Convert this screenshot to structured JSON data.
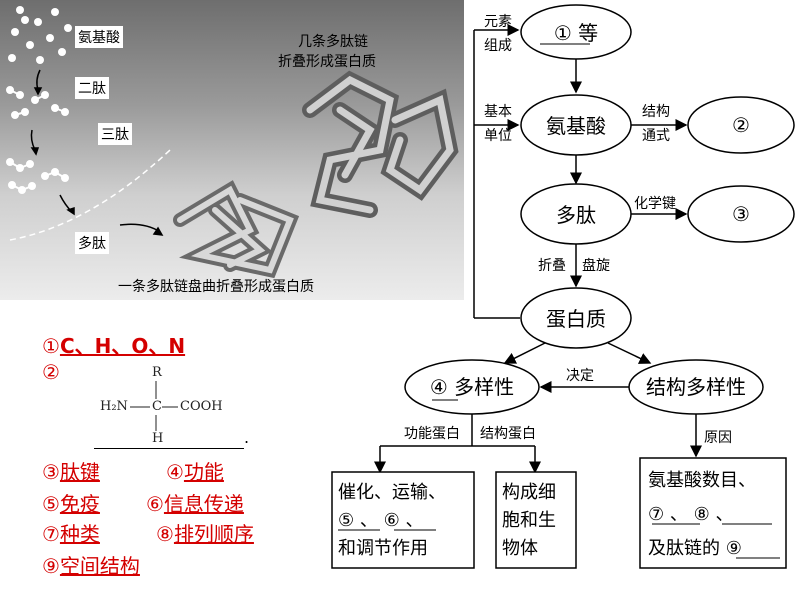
{
  "illustration": {
    "labels": {
      "amino_acid": "氨基酸",
      "dipeptide": "二肽",
      "tripeptide": "三肽",
      "polypeptide": "多肽",
      "multi_chain_title_line1": "几条多肽链",
      "multi_chain_title_line2": "折叠形成蛋白质",
      "single_chain_caption": "一条多肽链盘曲折叠形成蛋白质"
    }
  },
  "concept_map": {
    "element_node": "①  等",
    "element_edge_line1": "元素",
    "element_edge_line2": "组成",
    "amino_node": "氨基酸",
    "basic_unit_line1": "基本",
    "basic_unit_line2": "单位",
    "structure_formula_line1": "结构",
    "structure_formula_line2": "通式",
    "node_2": "②",
    "peptide_node": "多肽",
    "chemical_bond": "化学键",
    "node_3": "③",
    "fold_spiral_left": "折叠",
    "fold_spiral_right": "盘旋",
    "protein_node": "蛋白质",
    "diversity_node": "④  多样性",
    "structure_diversity_node": "结构多样性",
    "determines": "决定",
    "functional_protein": "功能蛋白",
    "structural_protein": "结构蛋白",
    "reason": "原因",
    "box_function_line1": "催化、运输、",
    "box_function_line2": "⑤  、 ⑥ 、",
    "box_function_line3": "和调节作用",
    "box_structure_line1": "构成细",
    "box_structure_line2": "胞和生",
    "box_structure_line3": "物体",
    "box_reason_line1": "氨基酸数目、",
    "box_reason_line2": "⑦   、 ⑧  、",
    "box_reason_line3": "及肽链的 ⑨"
  },
  "answers": {
    "a1_prefix": "①",
    "a1": "C、H、O、N",
    "a2_prefix": "②",
    "a3_prefix": "③",
    "a3": "肽键",
    "a4_prefix": "④",
    "a4": "功能",
    "a5_prefix": "⑤",
    "a5": "免疫",
    "a6_prefix": "⑥",
    "a6": "信息传递",
    "a7_prefix": "⑦",
    "a7": "种类",
    "a8_prefix": "⑧",
    "a8": "排列顺序",
    "a9_prefix": "⑨",
    "a9": "空间结构",
    "formula": {
      "r": "R",
      "h2n": "H₂N",
      "c": "C",
      "cooh": "COOH",
      "h": "H"
    },
    "trailing_dot": "."
  },
  "colors": {
    "answer_red": "#d40000",
    "line_black": "#000000"
  }
}
